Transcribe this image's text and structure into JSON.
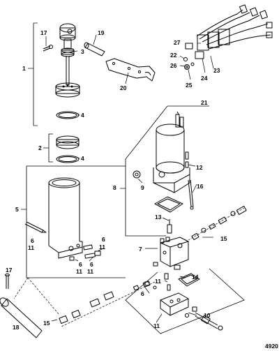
{
  "drawing_number": "4920",
  "callouts": {
    "c1": "1",
    "c17a": "17",
    "c3": "3",
    "c19": "19",
    "c20": "20",
    "c4a": "4",
    "c2": "2",
    "c4b": "4",
    "c27": "27",
    "c22": "22",
    "c26": "26",
    "c25": "25",
    "c24": "24",
    "c23": "23",
    "c21": "21",
    "c12": "12",
    "c9": "9",
    "c8": "8",
    "c16": "16",
    "c5": "5",
    "c13": "13",
    "c6a": "6",
    "c11a": "11",
    "c6b": "6",
    "c11b": "11",
    "c7": "7",
    "c15a": "15",
    "c6c": "6",
    "c11c": "11",
    "c6d": "6",
    "c11d": "11",
    "c17b": "17",
    "c11e": "11",
    "c14": "14",
    "c6e": "6",
    "c10": "10",
    "c11f": "11",
    "c18": "18",
    "c15b": "15"
  }
}
